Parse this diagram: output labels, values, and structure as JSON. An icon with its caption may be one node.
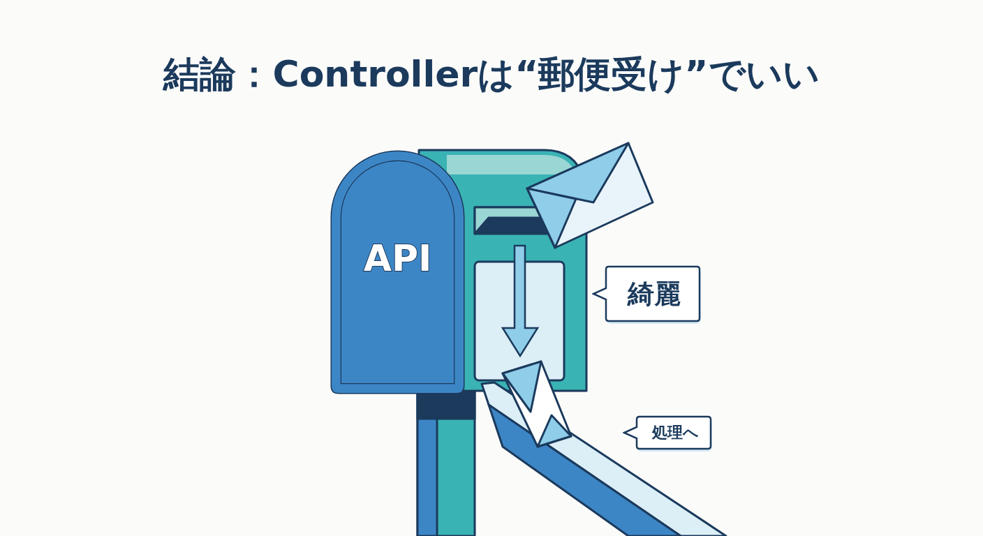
{
  "diagram": {
    "title": "結論：Controllerは“郵便受け”でいい",
    "nodes": [
      {
        "text": [
          "API"
        ]
      },
      {
        "text": [
          "綺麗"
        ]
      },
      {
        "text": [
          "処理へ"
        ]
      }
    ],
    "edges": []
  }
}
